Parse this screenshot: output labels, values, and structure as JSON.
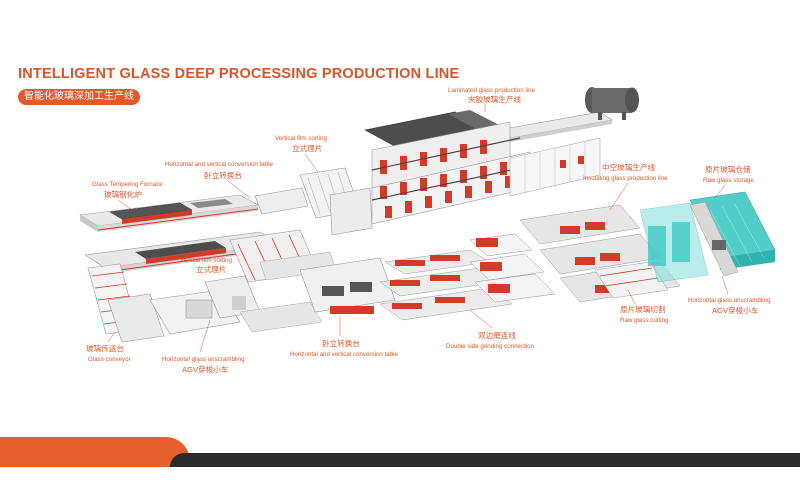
{
  "header": {
    "title": "INTELLIGENT GLASS DEEP PROCESSING PRODUCTION LINE",
    "subtitle": "智能化玻璃深加工生产线"
  },
  "labels": {
    "laminated": {
      "en": "Laminated glass production line",
      "zh": "夹胶玻璃生产线"
    },
    "vertical_sorting_top": {
      "en": "Vertical film sorting",
      "zh": "立式理片"
    },
    "conversion_top": {
      "en": "Horizontal and vertical conversion table",
      "zh": "卧立转换台"
    },
    "tempering": {
      "en": "Glass Tempering Furnace",
      "zh": "玻璃钢化炉"
    },
    "insulating": {
      "zh": "中空玻璃生产线",
      "en": "Insulating glass production line"
    },
    "raw_storage": {
      "zh": "原片玻璃仓储",
      "en": "Raw glass storage"
    },
    "vertical_sorting_mid": {
      "en": "Vertical film sorting",
      "zh": "立式理片"
    },
    "conversion_mid": {
      "zh": "卧立转换台",
      "en": "Horizontal and vertical conversion table"
    },
    "conveyor": {
      "zh": "玻璃传送台",
      "en": "Glass conveyor"
    },
    "agv_left": {
      "en": "Horizontal glass unscrambling",
      "zh": "AGV穿梭小车"
    },
    "grinding": {
      "zh": "双边磨连线",
      "en": "Double side grinding connection"
    },
    "cutting": {
      "zh": "原片玻璃切割",
      "en": "Raw glass cutting"
    },
    "agv_right": {
      "en": "Horizontal glass unscrambling",
      "zh": "AGV穿梭小车"
    }
  },
  "colors": {
    "accent": "#e2562a",
    "machine_red": "#d23a2a",
    "glass_teal": "#3fc9c4",
    "roof_dark": "#4d4d4d",
    "footer_dark": "#2b2b2b",
    "footer_orange": "#e6602d"
  }
}
